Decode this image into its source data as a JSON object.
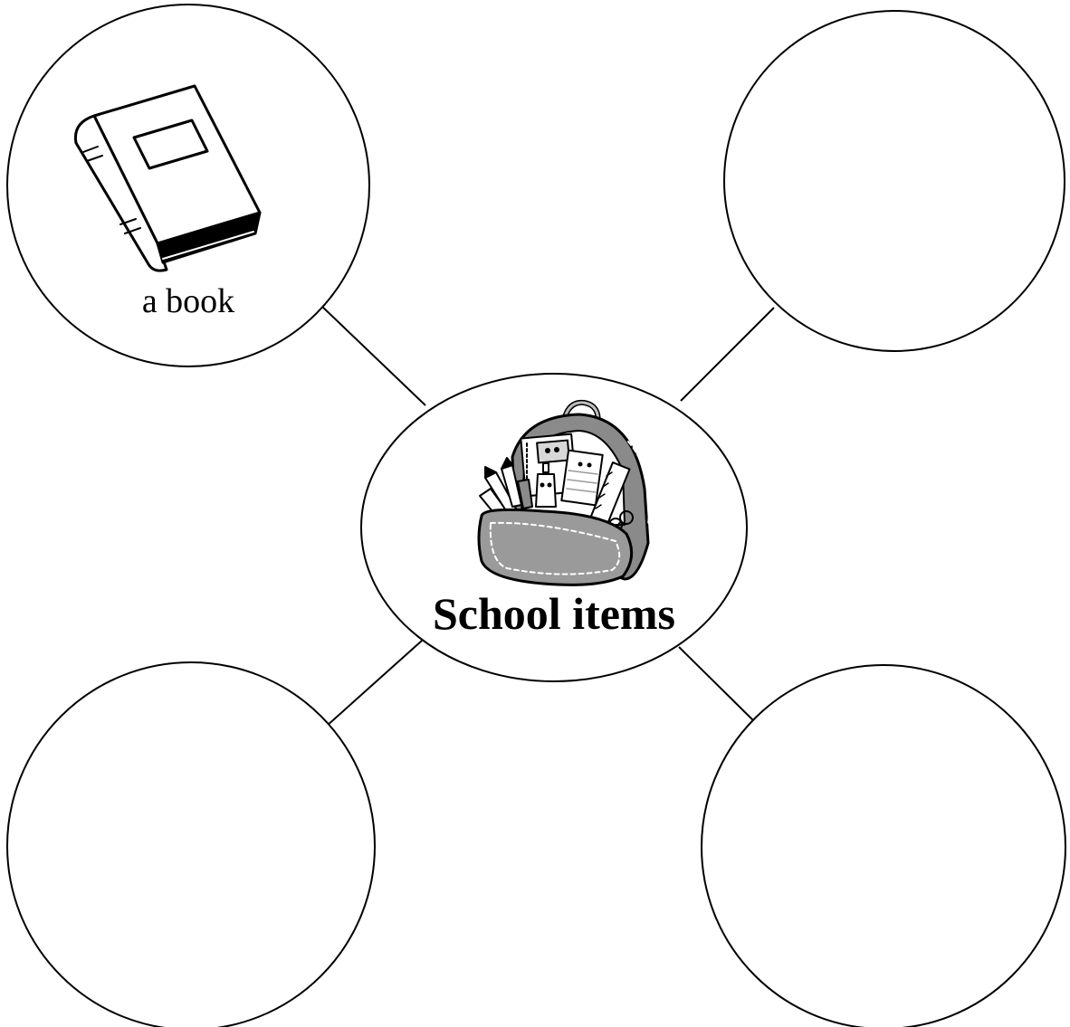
{
  "center": {
    "title": "School items",
    "icon": "backpack-icon"
  },
  "nodes": [
    {
      "position": "top-left",
      "label": "a book",
      "icon": "book-icon"
    },
    {
      "position": "top-right",
      "label": ""
    },
    {
      "position": "bottom-left",
      "label": ""
    },
    {
      "position": "bottom-right",
      "label": ""
    }
  ],
  "colors": {
    "stroke": "#000000",
    "background": "#ffffff",
    "backpack_fill": "#8a8a8a"
  }
}
